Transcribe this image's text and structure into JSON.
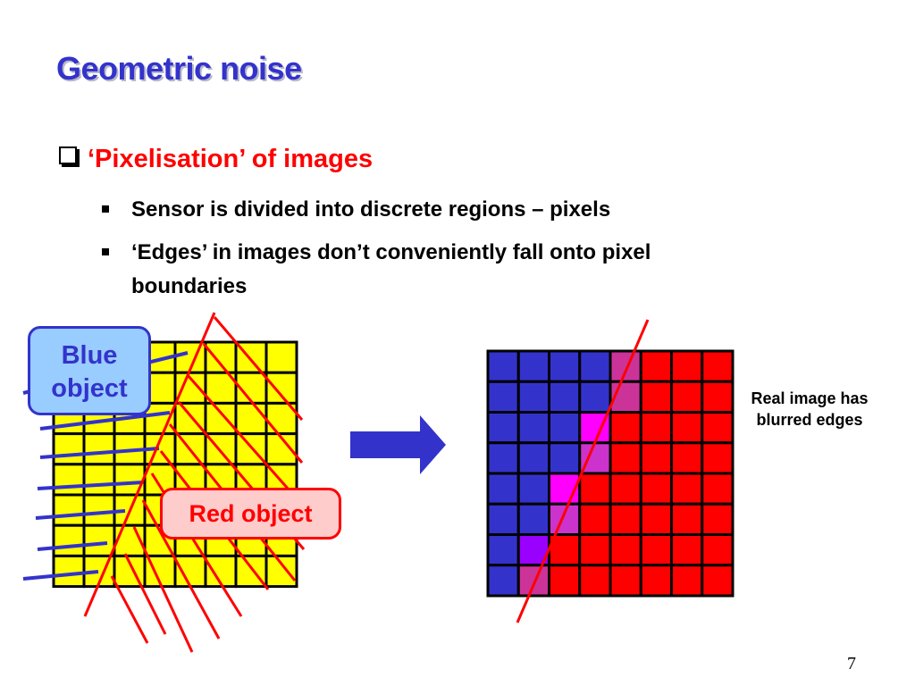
{
  "title": "Geometric noise",
  "bullet_main": "‘Pixelisation’ of images",
  "sub_bullets": [
    "Sensor is divided into discrete regions – pixels",
    "‘Edges’ in images don’t conveniently fall onto pixel boundaries"
  ],
  "callouts": {
    "blue_object": "Blue object",
    "red_object": "Red object",
    "real_image": "Real image has blurred edges"
  },
  "page_number": "7",
  "colors": {
    "title": "#3333cc",
    "bullet_main": "#ff0000",
    "sensor_pixel": "#ffff00",
    "blue_object": "#3333cc",
    "red_object": "#ff0000",
    "blurred_edge_mix": [
      "#ff00ff",
      "#cc33cc",
      "#9900ff",
      "#cc0099"
    ]
  },
  "sensor_grid": {
    "rows": 8,
    "cols": 8
  },
  "result_grid": {
    "rows": 8,
    "cols": 8,
    "legend": {
      "B": "blue",
      "R": "red",
      "M": "magenta",
      "P": "purple",
      "V": "violet",
      "K": "pink"
    },
    "cells": [
      "BBBBKRRR",
      "BBBBKRRR",
      "BBBMRRRR",
      "BBBPRRRR",
      "BBMRRRRR",
      "BBPRRRRR",
      "BVRRRRRR",
      "BKRRRRRR"
    ]
  }
}
